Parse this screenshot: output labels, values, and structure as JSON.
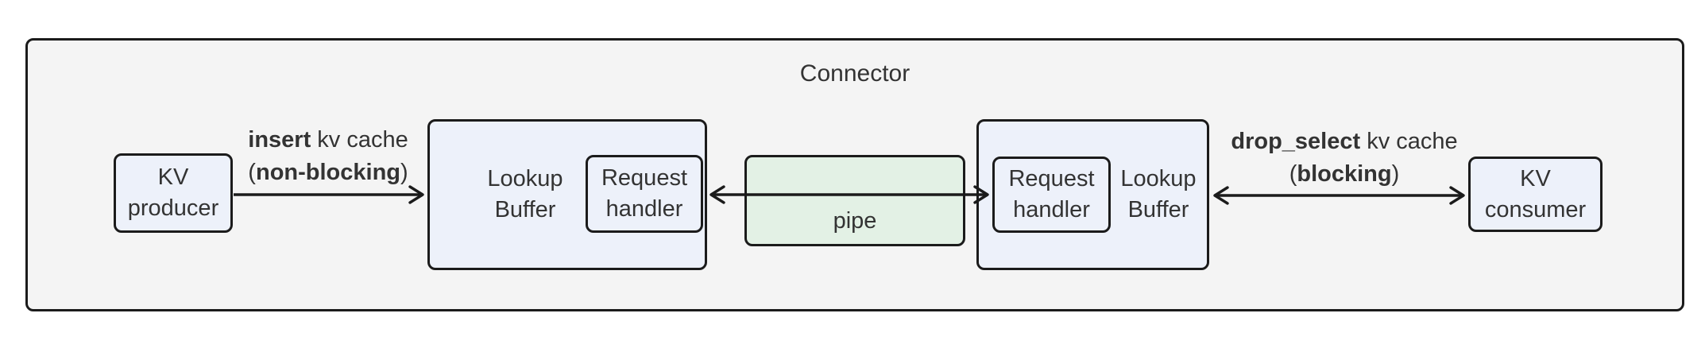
{
  "diagram": {
    "container_label": "Connector",
    "nodes": {
      "kv_producer": {
        "line1": "KV",
        "line2": "producer"
      },
      "lookup_buffer_left": {
        "line1": "Lookup",
        "line2": "Buffer"
      },
      "request_handler_left": {
        "line1": "Request",
        "line2": "handler"
      },
      "pipe": {
        "label": "pipe"
      },
      "request_handler_right": {
        "line1": "Request",
        "line2": "handler"
      },
      "lookup_buffer_right": {
        "line1": "Lookup",
        "line2": "Buffer"
      },
      "kv_consumer": {
        "line1": "KV",
        "line2": "consumer"
      }
    },
    "edges": {
      "insert": {
        "bold1": "insert",
        "rest1": " kv cache",
        "open": "(",
        "bold2": "non-blocking",
        "close": ")"
      },
      "drop_select": {
        "bold1": "drop_select",
        "rest1": " kv cache",
        "open": "(",
        "bold2": "blocking",
        "close": ")"
      }
    },
    "colors": {
      "border": "#1b1b1b",
      "text": "#333333",
      "node_fill": "#edf1fa",
      "pipe_fill": "#e3f1e5",
      "container_fill": "#f4f4f4"
    }
  }
}
